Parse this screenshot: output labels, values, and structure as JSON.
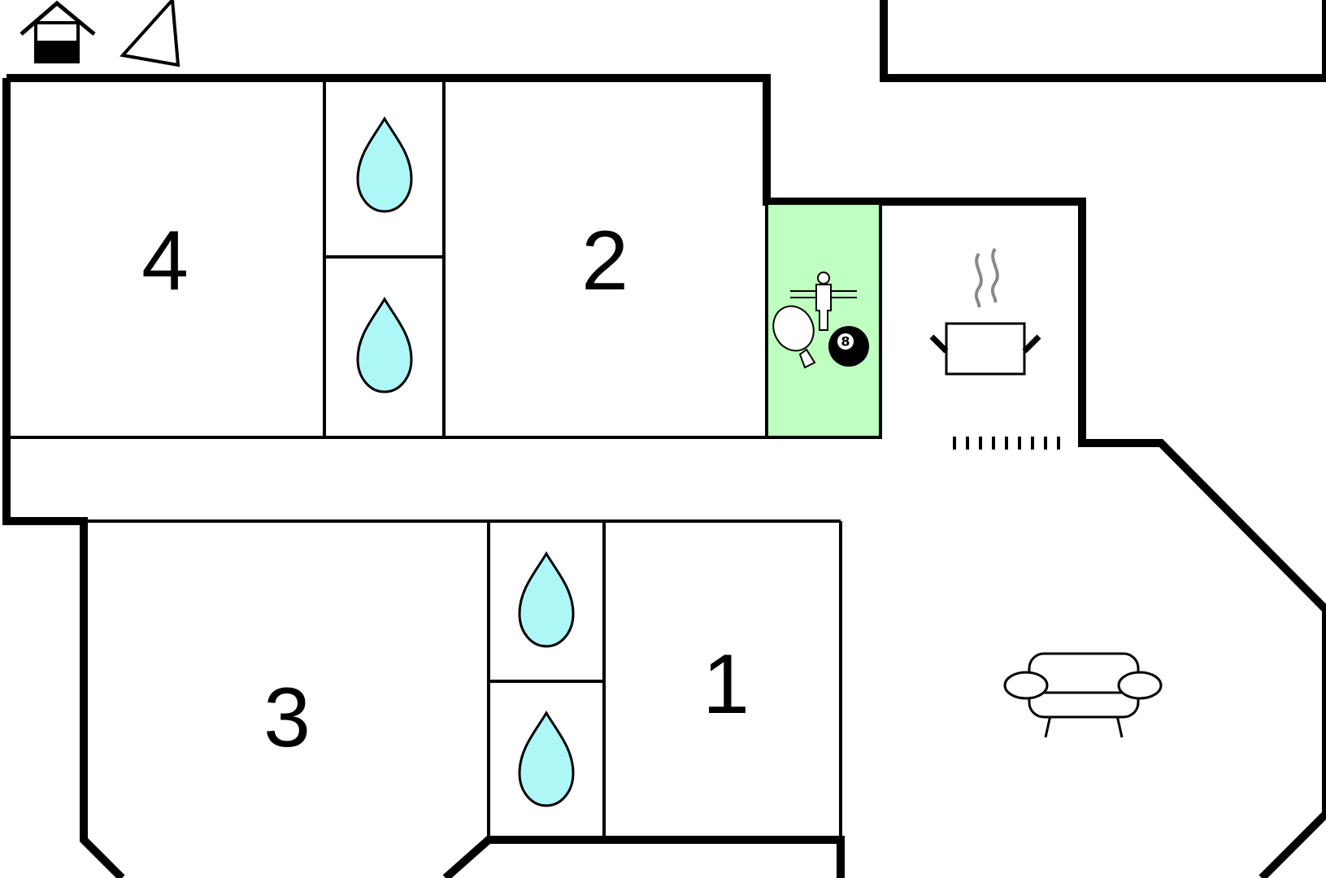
{
  "floorplan": {
    "rooms": [
      {
        "id": "bedroom-4",
        "label": "4"
      },
      {
        "id": "bedroom-2",
        "label": "2"
      },
      {
        "id": "bedroom-3",
        "label": "3"
      },
      {
        "id": "bedroom-1",
        "label": "1"
      }
    ],
    "bathroom_count": 4,
    "colors": {
      "wall": "#000000",
      "water_drop": "#aef7f7",
      "game_room": "#bfffbf",
      "steam": "#888888",
      "background": "#ffffff"
    },
    "icons": [
      "house-icon",
      "compass-icon",
      "water-drop-icon",
      "foosball-icon",
      "ping-pong-icon",
      "billiard-ball-icon",
      "cooking-pot-icon",
      "sofa-icon"
    ],
    "billiard_ball_number": "8"
  }
}
